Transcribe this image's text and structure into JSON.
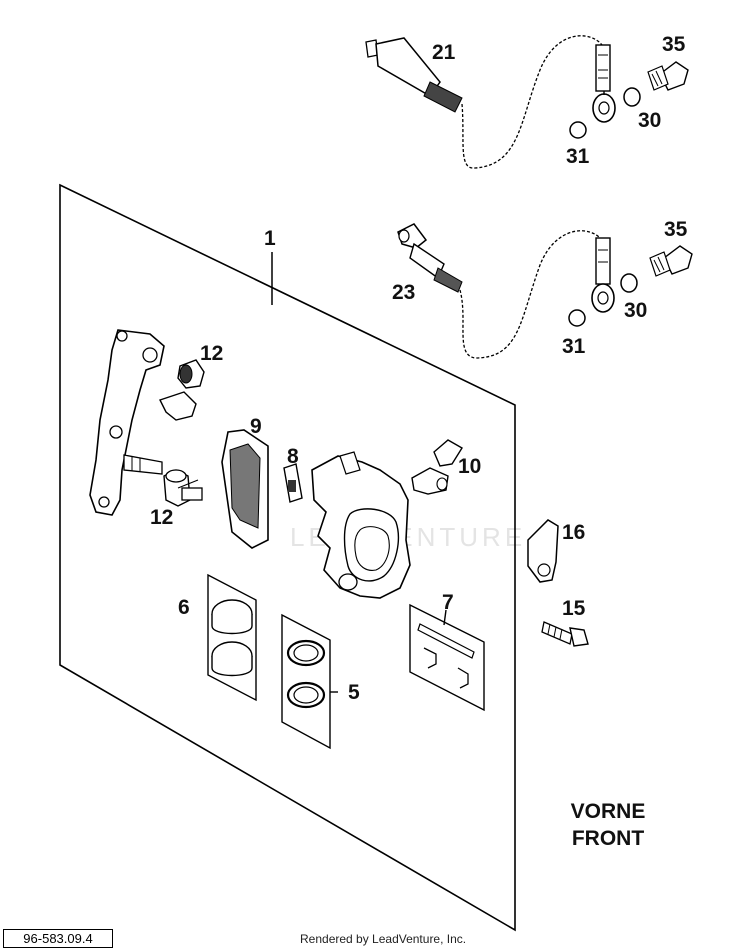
{
  "callouts": {
    "p1": "1",
    "p5": "5",
    "p6": "6",
    "p7": "7",
    "p8": "8",
    "p9": "9",
    "p10": "10",
    "p12_upper": "12",
    "p12_lower": "12",
    "p15": "15",
    "p16": "16",
    "p21": "21",
    "p23": "23",
    "p30_upper": "30",
    "p30_lower": "30",
    "p31_upper": "31",
    "p31_lower": "31",
    "p35_upper": "35",
    "p35_lower": "35"
  },
  "orientation": {
    "line1": "VORNE",
    "line2": "FRONT"
  },
  "footer": {
    "diagram_code": "96-583.09.4",
    "credit": "Rendered by LeadVenture, Inc."
  },
  "watermark": {
    "text": "LEADVENTURE"
  }
}
